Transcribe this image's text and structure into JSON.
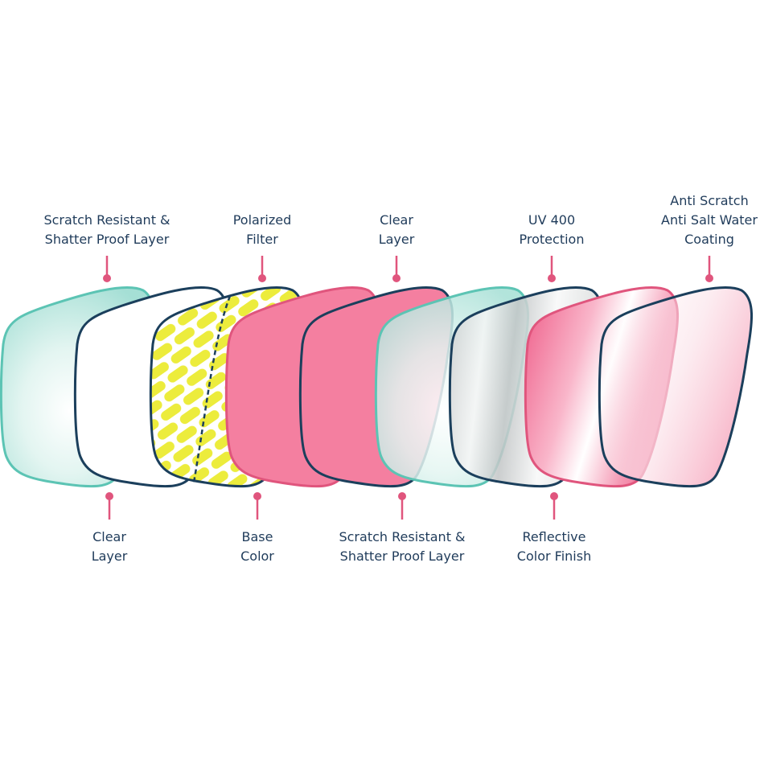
{
  "title": "",
  "labels_top": [
    {
      "lines": [
        "Scratch Resistant &",
        "Shatter Proof Layer"
      ]
    },
    {
      "lines": [
        "Polarized",
        "Filter"
      ]
    },
    {
      "lines": [
        "Clear",
        "Layer"
      ]
    },
    {
      "lines": [
        "UV 400",
        "Protection"
      ]
    },
    {
      "lines": [
        "Anti Scratch",
        "Anti Salt Water",
        "Coating"
      ]
    }
  ],
  "labels_bottom": [
    {
      "lines": [
        "Clear",
        "Layer"
      ]
    },
    {
      "lines": [
        "Base",
        "Color"
      ]
    },
    {
      "lines": [
        "Scratch Resistant &",
        "Shatter Proof Layer"
      ]
    },
    {
      "lines": [
        "Reflective",
        "Color Finish"
      ]
    }
  ],
  "colors": {
    "outline": "#1b3f5c",
    "teal": "#5cc4b4",
    "pink": "#f47fa0",
    "pink_outline": "#e0557d",
    "yellow": "#ecec3c",
    "marker": "#e0557d",
    "text": "#1f3b5a"
  }
}
